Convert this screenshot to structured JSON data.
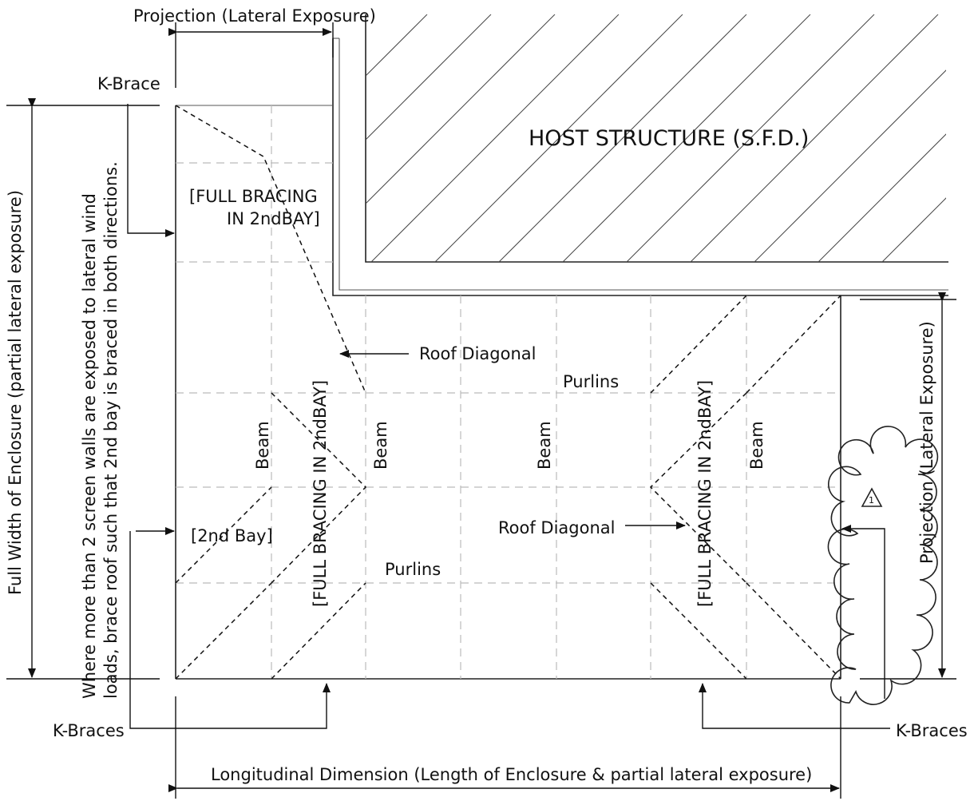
{
  "labels": {
    "projection_top": "Projection (Lateral Exposure)",
    "kbrace_top": "K-Brace",
    "host_structure": "HOST STRUCTURE (S.F.D.)",
    "full_bracing_upper_1": "[FULL BRACING",
    "full_bracing_upper_2": "IN 2ndBAY]",
    "roof_diagonal_1": "Roof Diagonal",
    "purlins_1": "Purlins",
    "beam": "Beam",
    "full_bracing_vertical": "[FULL BRACING IN 2ndBAY]",
    "second_bay": "[2nd Bay]",
    "roof_diagonal_2": "Roof Diagonal",
    "purlins_2": "Purlins",
    "full_width": "Full Width of Enclosure (partial lateral exposure)",
    "note_line_1": "Where more than 2 screen walls are exposed to lateral wind",
    "note_line_2": "loads, brace roof such that 2nd bay is braced in both directions.",
    "projection_right": "Projection (Lateral Exposure)",
    "kbraces_left": "K-Braces",
    "kbraces_right": "K-Braces",
    "longitudinal": "Longitudinal Dimension (Length of Enclosure & partial lateral exposure)",
    "revision_mark": "1"
  }
}
